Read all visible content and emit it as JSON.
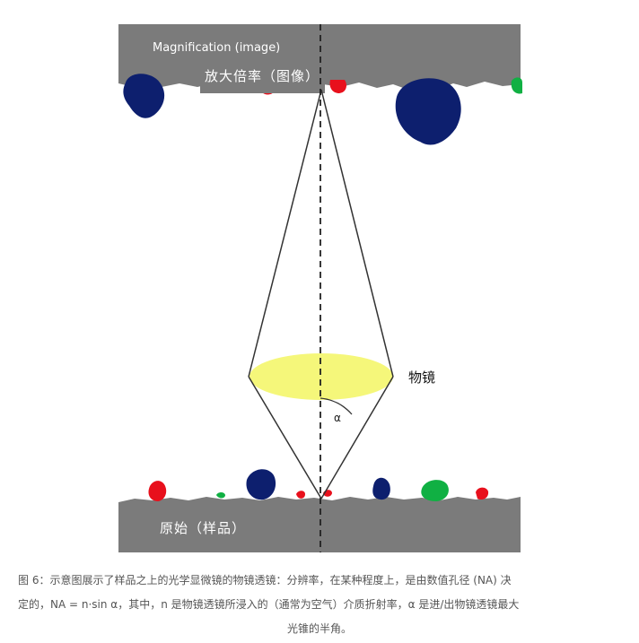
{
  "labels": {
    "image_en": "Magnification (image)",
    "image_cn": "放大倍率（图像）",
    "sample": "原始（样品）",
    "objective": "物镜",
    "alpha": "α"
  },
  "caption": {
    "line1": "图 6：示意图展示了样品之上的光学显微镜的物镜透镜：分辨率，在某种程度上，是由数值孔径 (NA) 决",
    "line2": "定的，NA = n·sin α，其中，n 是物镜透镜所浸入的（通常为空气）介质折射率，α 是进/出物镜透镜最大",
    "line3": "光锥的半角。"
  },
  "colors": {
    "gray_band": "#7b7b7b",
    "lens_fill": "#f5f77a",
    "blob_navy": "#0d1f6e",
    "blob_red": "#e8101c",
    "blob_green": "#10b043"
  }
}
